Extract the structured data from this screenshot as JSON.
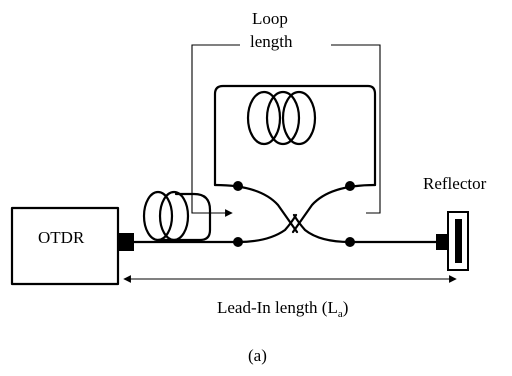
{
  "labels": {
    "loop_line1": "Loop",
    "loop_line2": "length",
    "otdr": "OTDR",
    "reflector": "Reflector",
    "lead_in_text": "Lead-In length (L",
    "lead_in_sub": "a",
    "lead_in_close": ")",
    "caption": "(a)"
  }
}
